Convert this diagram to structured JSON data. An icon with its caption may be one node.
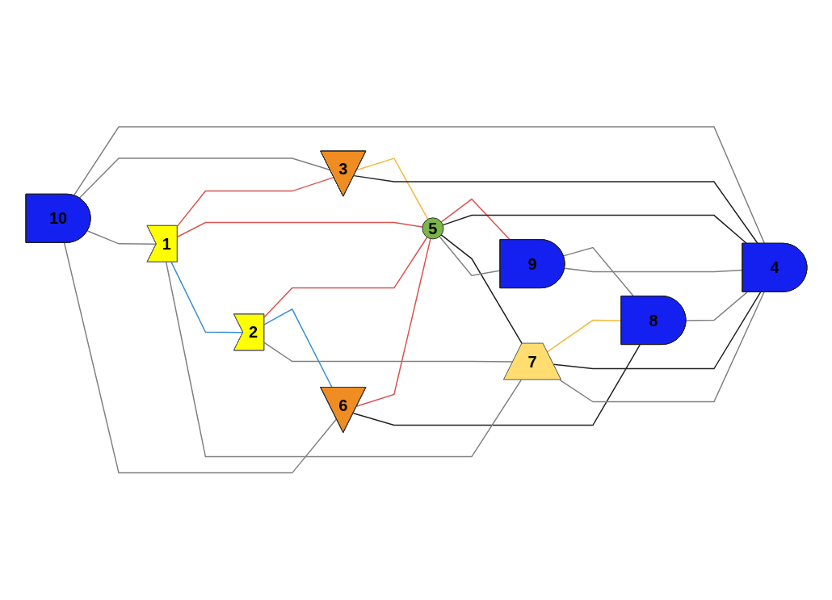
{
  "diagram": {
    "nodes": [
      {
        "text": [
          "1"
        ]
      },
      {
        "text": [
          "2"
        ]
      },
      {
        "text": [
          "3"
        ]
      },
      {
        "text": [
          "4"
        ]
      },
      {
        "text": [
          "5"
        ]
      },
      {
        "text": [
          "6"
        ]
      },
      {
        "text": [
          "7"
        ]
      },
      {
        "text": [
          "8"
        ]
      },
      {
        "text": [
          "9"
        ]
      },
      {
        "text": [
          "10"
        ]
      }
    ],
    "edges": [
      {
        "from": 0,
        "to": 2,
        "arrow": "none",
        "color": "#d9534f"
      },
      {
        "from": 0,
        "to": 4,
        "arrow": "none",
        "color": "#d9534f"
      },
      {
        "from": 1,
        "to": 4,
        "arrow": "none",
        "color": "#d9534f"
      },
      {
        "from": 5,
        "to": 4,
        "arrow": "none",
        "color": "#d9534f"
      },
      {
        "from": 4,
        "to": 8,
        "arrow": "none",
        "color": "#d9534f"
      },
      {
        "from": 2,
        "to": 4,
        "arrow": "none",
        "color": "#f5b942"
      },
      {
        "from": 6,
        "to": 7,
        "arrow": "none",
        "color": "#f5b942"
      },
      {
        "from": 0,
        "to": 1,
        "arrow": "none",
        "color": "#3a8fd0"
      },
      {
        "from": 1,
        "to": 5,
        "arrow": "none",
        "color": "#3a8fd0"
      },
      {
        "from": 2,
        "to": 3,
        "arrow": "none",
        "color": "#222222"
      },
      {
        "from": 4,
        "to": 3,
        "arrow": "none",
        "color": "#222222"
      },
      {
        "from": 5,
        "to": 7,
        "arrow": "none",
        "color": "#222222"
      },
      {
        "from": 4,
        "to": 6,
        "arrow": "none",
        "color": "#222222"
      },
      {
        "from": 6,
        "to": 3,
        "arrow": "none",
        "color": "#222222"
      },
      {
        "from": 9,
        "to": 3,
        "arrow": "none"
      },
      {
        "from": 9,
        "to": 2,
        "arrow": "none"
      },
      {
        "from": 9,
        "to": 0,
        "arrow": "none"
      },
      {
        "from": 9,
        "to": 5,
        "arrow": "none"
      },
      {
        "from": 3,
        "to": 8,
        "arrow": "none"
      },
      {
        "from": 8,
        "to": 7,
        "arrow": "none"
      },
      {
        "from": 0,
        "to": 6,
        "arrow": "none"
      },
      {
        "from": 1,
        "to": 6,
        "arrow": "none"
      },
      {
        "from": 4,
        "to": 8,
        "arrow": "none"
      },
      {
        "from": 7,
        "to": 3,
        "arrow": "none"
      },
      {
        "from": 6,
        "to": 3,
        "arrow": "none"
      }
    ]
  }
}
